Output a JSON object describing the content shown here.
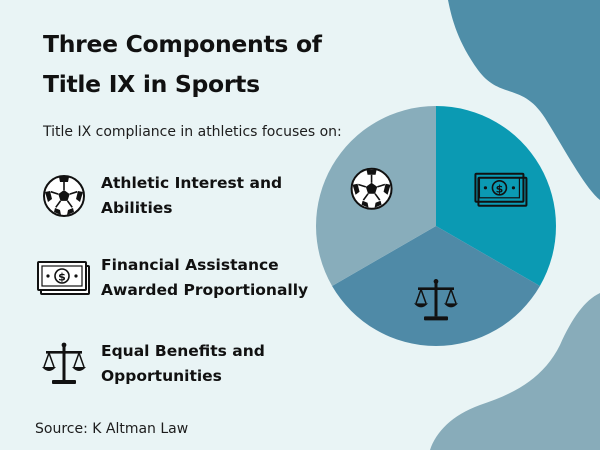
{
  "title": "Three Components of Title IX in Sports",
  "subtitle": "Title IX compliance in athletics focuses on:",
  "items": [
    {
      "label": "Athletic Interest and Abilities",
      "icon": "soccer-ball-icon"
    },
    {
      "label": "Financial Assistance Awarded Proportionally",
      "icon": "money-bill-icon"
    },
    {
      "label": "Equal Benefits and Opportunities",
      "icon": "scales-icon"
    }
  ],
  "source": "Source: K Altman Law",
  "colors": {
    "background": "#e9f4f5",
    "blob_top": "#4f8ea8",
    "blob_bottom": "#88acba",
    "slice_financial": "#0b9ab3",
    "slice_benefits": "#4f8aa7",
    "slice_interest": "#88adbb"
  },
  "chart_data": {
    "type": "pie",
    "slices": [
      {
        "component": "Athletic Interest and Abilities",
        "value": 1,
        "icon": "soccer-ball-icon"
      },
      {
        "component": "Financial Assistance Awarded Proportionally",
        "value": 1,
        "icon": "money-bill-icon"
      },
      {
        "component": "Equal Benefits and Opportunities",
        "value": 1,
        "icon": "scales-icon"
      }
    ]
  }
}
